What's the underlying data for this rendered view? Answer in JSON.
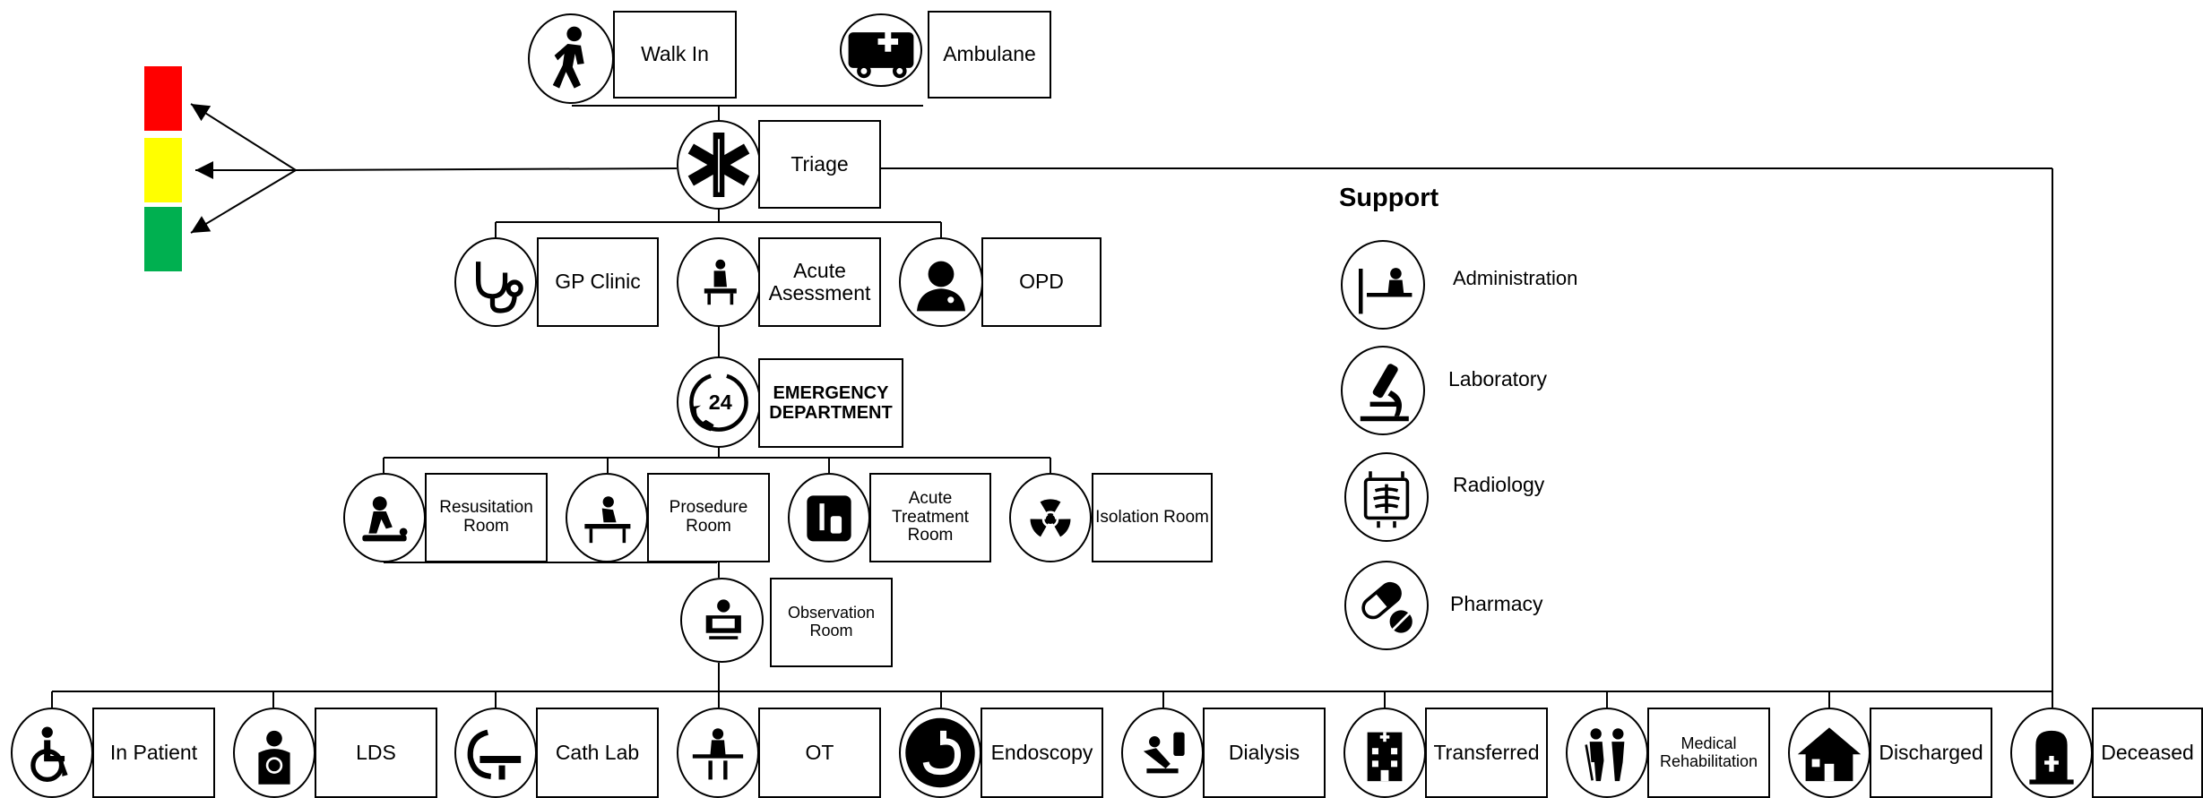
{
  "triage_colors": [
    "#ff0000",
    "#ffff00",
    "#00b050"
  ],
  "nodes": {
    "walk_in": "Walk In",
    "ambulance": "Ambulane",
    "triage": "Triage",
    "gp_clinic": "GP Clinic",
    "acute_assessment": "Acute Asessment",
    "opd": "OPD",
    "emergency_department": "EMERGENCY DEPARTMENT",
    "resuscitation_room": "Resusitation Room",
    "procedure_room": "Prosedure Room",
    "acute_treatment_room": "Acute Treatment Room",
    "isolation_room": "Isolation Room",
    "observation_room": "Observation Room"
  },
  "outcomes": [
    "In Patient",
    "LDS",
    "Cath Lab",
    "OT",
    "Endoscopy",
    "Dialysis",
    "Transferred",
    "Medical Rehabilitation",
    "Discharged",
    "Deceased"
  ],
  "support": {
    "title": "Support",
    "items": [
      "Administration",
      "Laboratory",
      "Radiology",
      "Pharmacy"
    ]
  }
}
